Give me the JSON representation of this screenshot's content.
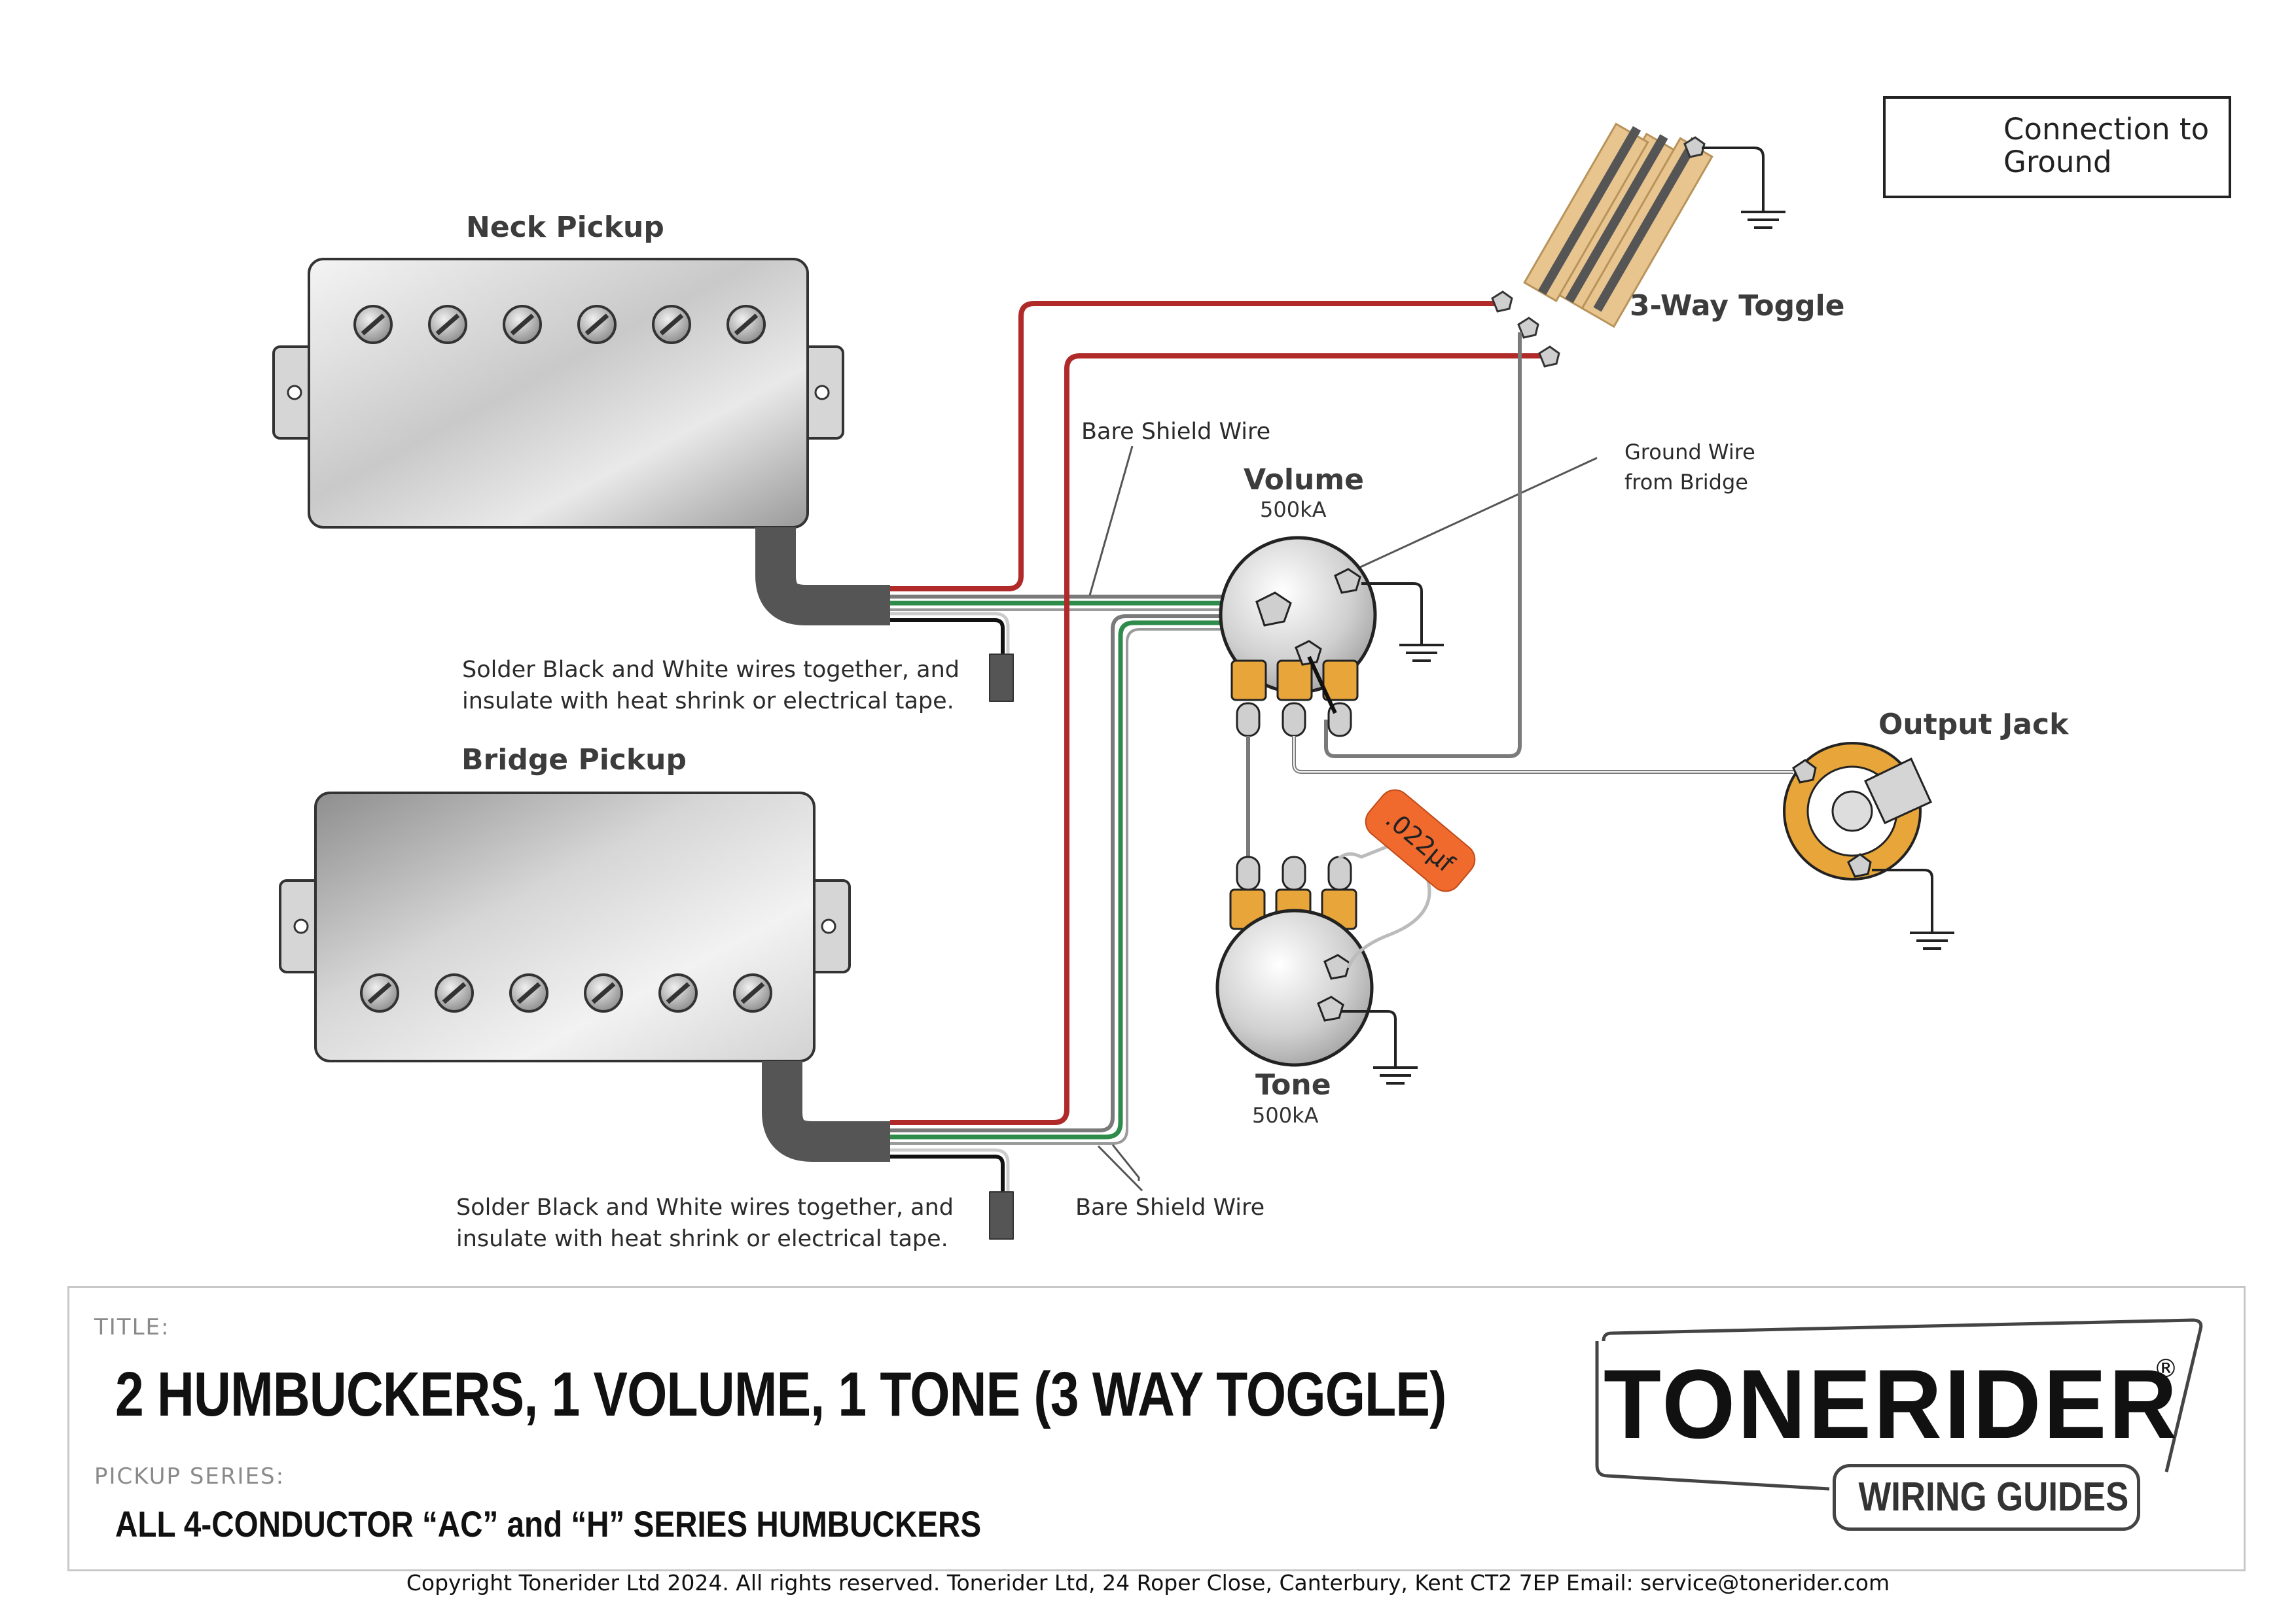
{
  "legend": {
    "text": "Connection to Ground"
  },
  "components": {
    "neck_pickup": "Neck Pickup",
    "bridge_pickup": "Bridge Pickup",
    "toggle": "3-Way Toggle",
    "volume": "Volume",
    "volume_value": "500kA",
    "tone": "Tone",
    "tone_value": "500kA",
    "output_jack": "Output Jack",
    "capacitor": ".022µf"
  },
  "notes": {
    "bare_shield_top": "Bare Shield Wire",
    "bare_shield_bottom": "Bare Shield Wire",
    "ground_wire_line1": "Ground Wire",
    "ground_wire_line2": "from Bridge",
    "solder_neck_line1": "Solder Black and White wires together, and",
    "solder_neck_line2": "insulate with heat shrink or electrical tape.",
    "solder_bridge_line1": "Solder Black and White wires together, and",
    "solder_bridge_line2": "insulate with heat shrink or electrical tape."
  },
  "title_block": {
    "title_label": "TITLE:",
    "title": "2 HUMBUCKERS, 1 VOLUME, 1 TONE (3 WAY TOGGLE)",
    "series_label": "PICKUP SERIES:",
    "series": "ALL 4-CONDUCTOR “AC” and “H” SERIES HUMBUCKERS"
  },
  "brand": {
    "name": "TONERIDER",
    "registered": "®",
    "sub": "WIRING GUIDES"
  },
  "footer": "Copyright Tonerider Ltd 2024. All rights reserved. Tonerider Ltd, 24 Roper Close, Canterbury, Kent CT2 7EP Email: service@tonerider.com",
  "colors": {
    "red_wire": "#b02a2a",
    "green_wire": "#2e8b4a",
    "shield_wire": "#7a7a7a",
    "lug": "#e8a63a",
    "cap": "#f06a2e",
    "bracket": "#e8c48f"
  }
}
